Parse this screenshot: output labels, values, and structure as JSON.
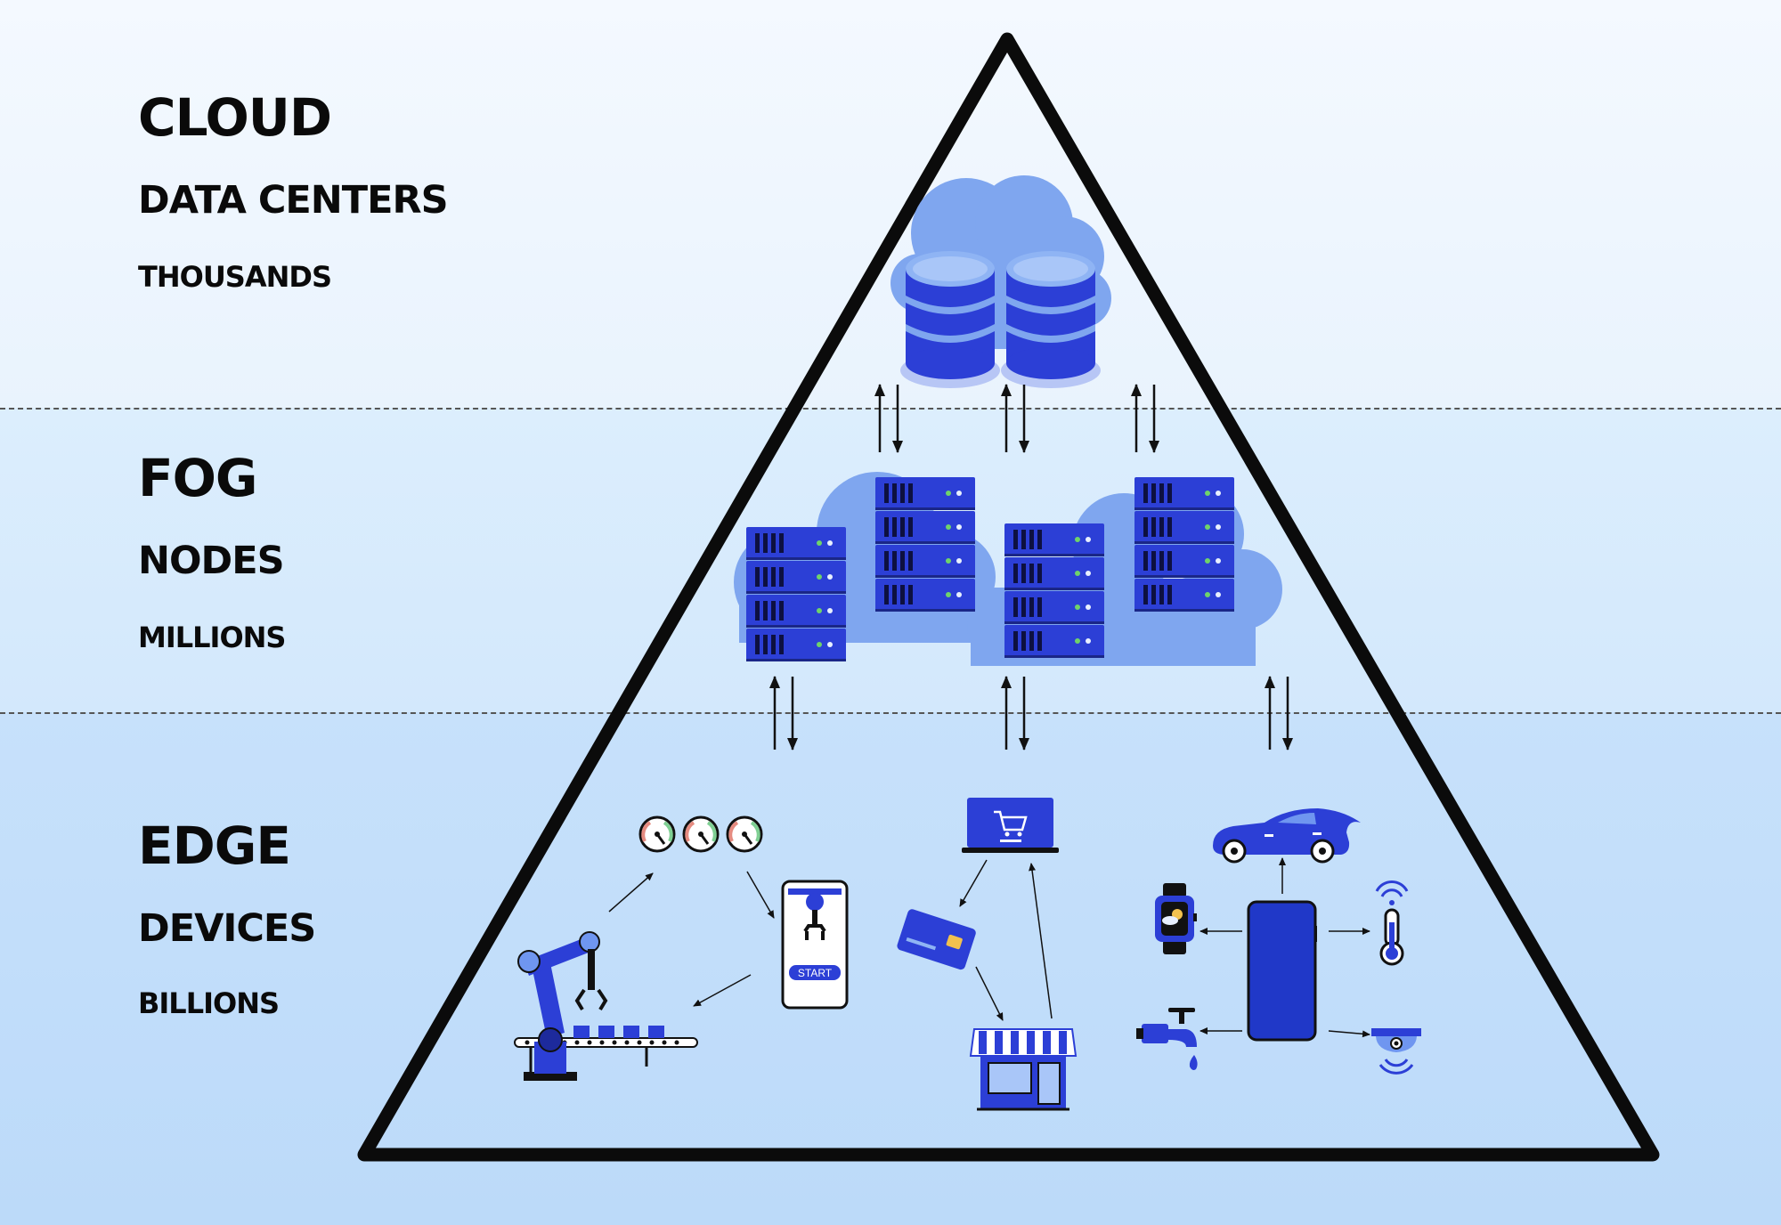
{
  "tiers": [
    {
      "title": "CLOUD",
      "subtitle": "DATA CENTERS",
      "count": "THOUSANDS"
    },
    {
      "title": "FOG",
      "subtitle": "NODES",
      "count": "MILLIONS"
    },
    {
      "title": "EDGE",
      "subtitle": "DEVICES",
      "count": "BILLIONS"
    }
  ],
  "devices": {
    "start_button": "START"
  },
  "colors": {
    "accent": "#2c3fd6",
    "accent_light": "#6f96f0",
    "cloud": "#7fa6ef",
    "outline": "#0b0b0b"
  },
  "icons": [
    "cloud-icon",
    "database-icon",
    "server-rack-icon",
    "gauge-icon",
    "robot-arm-icon",
    "smartphone-icon",
    "laptop-cart-icon",
    "credit-card-icon",
    "storefront-icon",
    "car-icon",
    "smartwatch-icon",
    "thermometer-icon",
    "water-tap-icon",
    "security-camera-icon"
  ]
}
